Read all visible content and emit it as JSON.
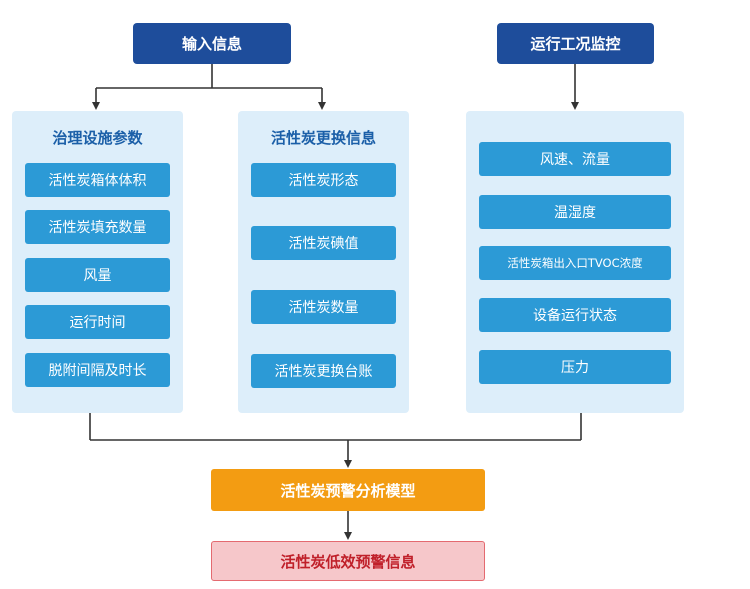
{
  "inputs": {
    "input_info": "输入信息",
    "monitoring": "运行工况监控"
  },
  "panels": {
    "governance": {
      "title": "治理设施参数",
      "items": [
        "活性炭箱体体积",
        "活性炭填充数量",
        "风量",
        "运行时间",
        "脱附间隔及时长"
      ]
    },
    "replacement": {
      "title": "活性炭更换信息",
      "items": [
        "活性炭形态",
        "活性炭碘值",
        "活性炭数量",
        "活性炭更换台账"
      ]
    },
    "operation": {
      "items": [
        "风速、流量",
        "温湿度",
        "活性炭箱出入口TVOC浓度",
        "设备运行状态",
        "压力"
      ]
    }
  },
  "model": "活性炭预警分析模型",
  "alert": "活性炭低效预警信息",
  "colors": {
    "header": "#1e4d9b",
    "panel_bg": "#ddeefa",
    "item": "#2c9ad6",
    "model": "#f39c12",
    "alert_bg": "#f6c7ca",
    "alert_text": "#c0202a"
  }
}
